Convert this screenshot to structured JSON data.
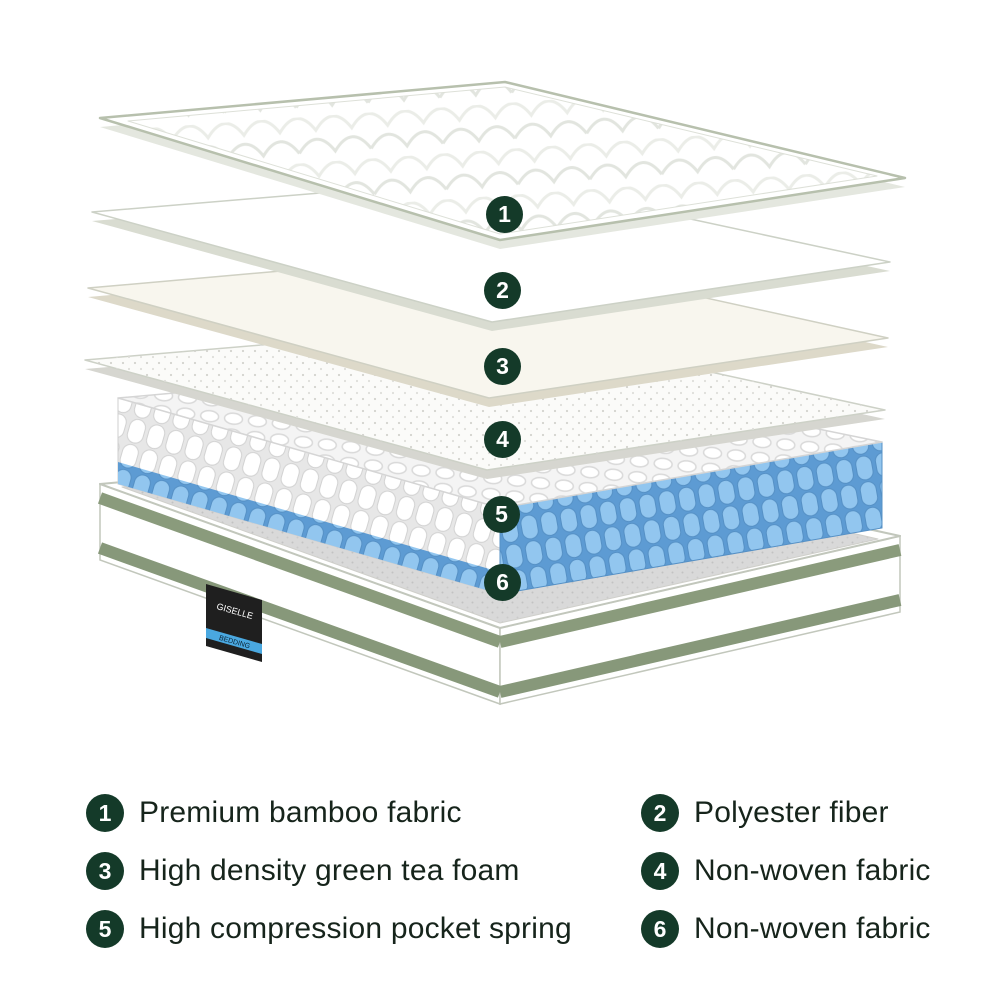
{
  "palette": {
    "badge_green": "#143a29",
    "text_color": "#16241b",
    "spring_blue": "#92c6ef",
    "spring_blue_dark": "#5590c5",
    "stripe_green": "#8a9b7c",
    "label_black": "#1f1f1f",
    "label_blue": "#4aa8e0"
  },
  "brand_label": {
    "line1": "GISELLE",
    "line2": "BEDDING"
  },
  "callouts": [
    {
      "num": "1"
    },
    {
      "num": "2"
    },
    {
      "num": "3"
    },
    {
      "num": "4"
    },
    {
      "num": "5"
    },
    {
      "num": "6"
    }
  ],
  "legend": {
    "items": [
      {
        "num": "1",
        "label": "Premium bamboo fabric"
      },
      {
        "num": "2",
        "label": "Polyester fiber"
      },
      {
        "num": "3",
        "label": "High density green tea foam"
      },
      {
        "num": "4",
        "label": "Non-woven fabric"
      },
      {
        "num": "5",
        "label": "High compression pocket spring"
      },
      {
        "num": "6",
        "label": "Non-woven fabric"
      }
    ]
  }
}
